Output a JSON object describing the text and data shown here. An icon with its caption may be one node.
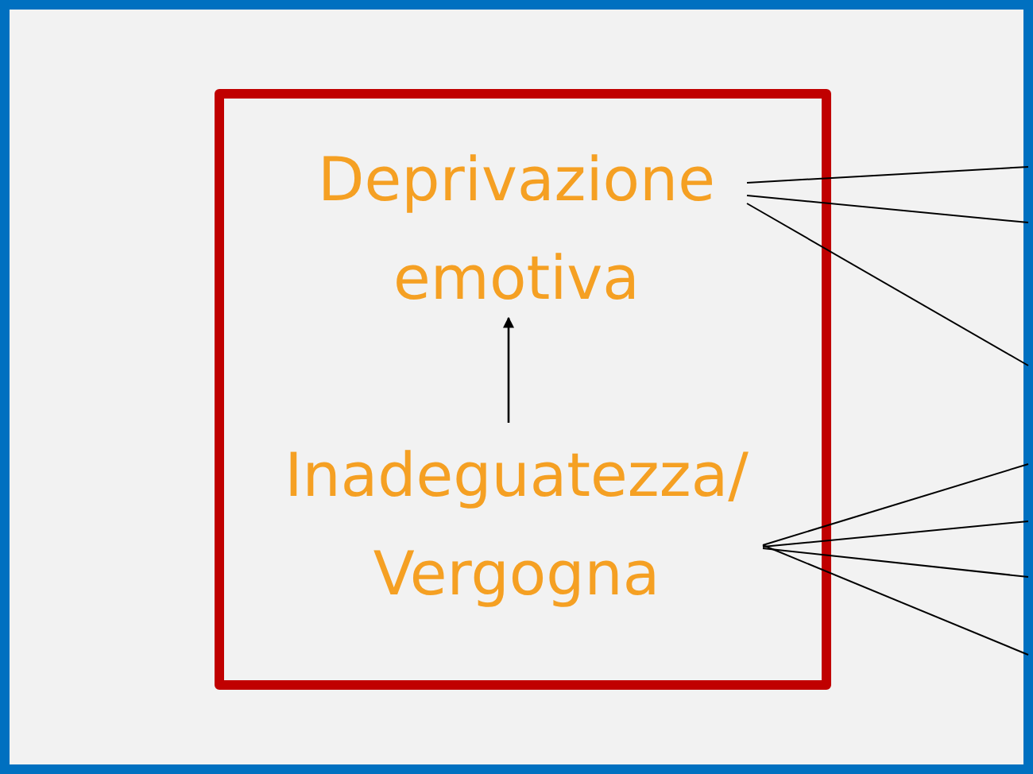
{
  "diagram": {
    "nodes": [
      {
        "text": [],
        "shape": "box"
      },
      {
        "text": [],
        "shape": "box",
        "in": 0
      },
      {
        "text": [
          "Deprivazione emotiva"
        ],
        "in": 1
      },
      {
        "text": [
          "Inadeguatezza/ Vergogna"
        ],
        "in": 1
      }
    ],
    "edges": [
      {
        "from": 3,
        "to": 2,
        "arrow": "to"
      },
      {
        "from": 2,
        "to": null,
        "arrow": "none"
      },
      {
        "from": 2,
        "to": null,
        "arrow": "none"
      },
      {
        "from": 2,
        "to": null,
        "arrow": "none"
      },
      {
        "from": 3,
        "to": null,
        "arrow": "none"
      },
      {
        "from": 3,
        "to": null,
        "arrow": "none"
      },
      {
        "from": 3,
        "to": null,
        "arrow": "none"
      },
      {
        "from": 3,
        "to": null,
        "arrow": "none"
      }
    ]
  }
}
